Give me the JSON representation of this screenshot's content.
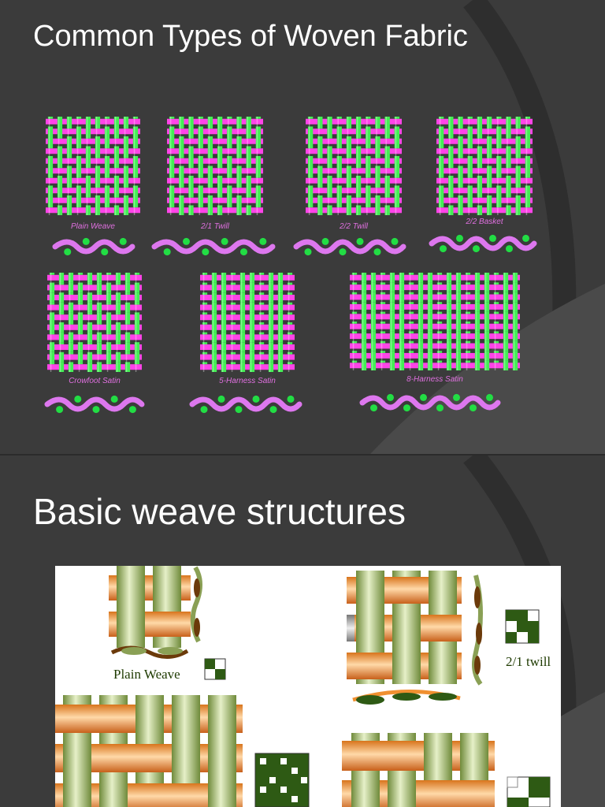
{
  "slide1": {
    "title": "Common Types of Woven Fabric",
    "weaves": [
      {
        "caption": "Plain Weave"
      },
      {
        "caption": "2/1 Twill"
      },
      {
        "caption": "2/2 Twill"
      },
      {
        "caption": "2/2 Basket"
      },
      {
        "caption": "Crowfoot Satin"
      },
      {
        "caption": "5-Harness Satin"
      },
      {
        "caption": "8-Harness Satin"
      }
    ],
    "colors": {
      "warp": "#44ee55",
      "weft": "#ff44e8",
      "profile": "#dd77ee",
      "dot": "#22dd44"
    }
  },
  "slide2": {
    "title": "Basic weave structures",
    "labels": {
      "plain": "Plain Weave",
      "twill": "2/1 twill"
    },
    "colors": {
      "warp": "#8aa055",
      "weft": "#f09030",
      "dark": "#2e5a14"
    }
  }
}
